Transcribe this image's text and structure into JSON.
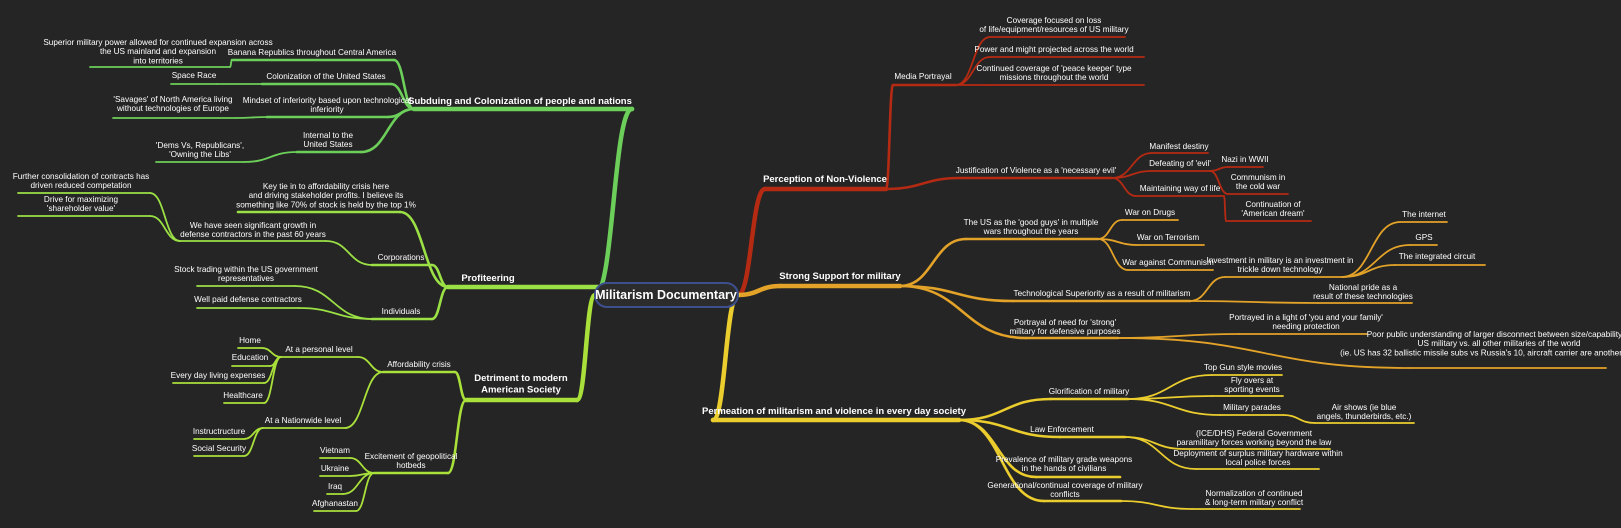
{
  "colors": {
    "background": "#252525",
    "root_fill": "#2c2c2c",
    "root_border": "#3d4f8f",
    "subjugation": "#6ccf5a",
    "profiteering": "#9be045",
    "detriment": "#a9e03a",
    "perception": "#b52a12",
    "support": "#e3a228",
    "permeation": "#ebcd2e"
  },
  "root": {
    "label": "Militarism Documentary"
  },
  "branches": [
    {
      "id": "subjugation",
      "side": "left",
      "label": "Subduing and Colonization of people and nations",
      "children": [
        {
          "label": "Banana Republics throughout Central America",
          "children": [
            {
              "label": "Superior military power allowed for continued expansion across the US mainland and expansion into territories"
            }
          ]
        },
        {
          "label": "Colonization of the United States",
          "children": [
            {
              "label": "Space Race"
            }
          ]
        },
        {
          "label": "Mindset of inferiority based upon technological inferiority",
          "children": [
            {
              "label": "'Savages' of North America living without technologies of Europe"
            }
          ]
        },
        {
          "label": "Internal to the United States",
          "children": [
            {
              "label": "'Dems Vs, Republicans', 'Owning the Libs'"
            }
          ]
        }
      ]
    },
    {
      "id": "profiteering",
      "side": "left",
      "label": "Profiteering",
      "children": [
        {
          "label": "Key tie in to affordability crisis here and driving stakeholder profits. I believe its something like 70% of stock is held by the top 1%"
        },
        {
          "label": "Corporations",
          "children": [
            {
              "label": "We have seen significant growth in defense contractors in the past 60 years",
              "children": [
                {
                  "label": "Further consolidation of contracts has driven reduced competation"
                },
                {
                  "label": "Drive for maximizing 'shareholder value'"
                }
              ]
            }
          ]
        },
        {
          "label": "Individuals",
          "children": [
            {
              "label": "Stock trading within the US government representatives"
            },
            {
              "label": "Well paid defense contractors"
            }
          ]
        }
      ]
    },
    {
      "id": "detriment",
      "side": "left",
      "label": "Detriment to modern American Society",
      "children": [
        {
          "label": "Affordability crisis",
          "children": [
            {
              "label": "At a personal level",
              "children": [
                {
                  "label": "Home"
                },
                {
                  "label": "Education"
                },
                {
                  "label": "Every day living expenses"
                },
                {
                  "label": "Healthcare"
                }
              ]
            },
            {
              "label": "At a Nationwide level",
              "children": [
                {
                  "label": "Instructructure"
                },
                {
                  "label": "Social Security"
                }
              ]
            }
          ]
        },
        {
          "label": "Excitement of geopolitical hotbeds",
          "children": [
            {
              "label": "Vietnam"
            },
            {
              "label": "Ukraine"
            },
            {
              "label": "Iraq"
            },
            {
              "label": "Afghanastan"
            }
          ]
        }
      ]
    },
    {
      "id": "perception",
      "side": "right",
      "label": "Perception of Non-Violence",
      "children": [
        {
          "label": "Media Portrayal",
          "children": [
            {
              "label": "Coverage focused on loss of life/equipment/resources of US military"
            },
            {
              "label": "Power and might projected across the world"
            },
            {
              "label": "Continued coverage of 'peace keeper' type missions throughout the world"
            }
          ]
        },
        {
          "label": "Justification of Violence as a 'necessary evil'",
          "children": [
            {
              "label": "Manifest destiny"
            },
            {
              "label": "Defeating of 'evil'",
              "children": [
                {
                  "label": "Nazi in WWII"
                },
                {
                  "label": "Communism in the cold war"
                }
              ]
            },
            {
              "label": "Maintaining way of life",
              "children": [
                {
                  "label": "Continuation of 'American dream'"
                }
              ]
            }
          ]
        }
      ]
    },
    {
      "id": "support",
      "side": "right",
      "label": "Strong Support for military",
      "children": [
        {
          "label": "The US as the 'good guys' in multiple wars throughout the years",
          "children": [
            {
              "label": "War on Drugs"
            },
            {
              "label": "War on Terrorism"
            },
            {
              "label": "War against Communism"
            }
          ]
        },
        {
          "label": "Technological Superiority as a result of militarism",
          "children": [
            {
              "label": "Investment in military is an investment in trickle down technology",
              "children": [
                {
                  "label": "The internet"
                },
                {
                  "label": "GPS"
                },
                {
                  "label": "The integrated circuit"
                }
              ]
            },
            {
              "label": "National pride as a result of these technologies"
            }
          ]
        },
        {
          "label": "Portrayal of need for 'strong' military for defensive purposes",
          "children": [
            {
              "label": "Portrayed in a light of 'you and your family' needing protection"
            },
            {
              "label": "Poor public understanding of larger disconnect between size/capability of US military vs. all other militaries of the world (ie. US has 32 ballistic missile subs vs Russia's 10, aircraft carrier are another example)"
            }
          ]
        }
      ]
    },
    {
      "id": "permeation",
      "side": "right",
      "label": "Permeation of militarism and violence in every day society",
      "children": [
        {
          "label": "Glorification of military",
          "children": [
            {
              "label": "Top Gun style movies"
            },
            {
              "label": "Fly overs at sporting events"
            },
            {
              "label": "Military parades",
              "children": [
                {
                  "label": "Air shows (ie blue angels, thunderbirds, etc.)"
                }
              ]
            }
          ]
        },
        {
          "label": "Law Enforcement",
          "children": [
            {
              "label": "(ICE/DHS) Federal Government paramilitary forces working beyond the law"
            },
            {
              "label": "Deployment of surplus military hardware within local police forces"
            }
          ]
        },
        {
          "label": "Prevalence of military grade weapons in the hands of civilians"
        },
        {
          "label": "Generational/continual coverage of military conflicts",
          "children": [
            {
              "label": "Normalization of continued & long-term military conflict"
            }
          ]
        }
      ]
    }
  ]
}
